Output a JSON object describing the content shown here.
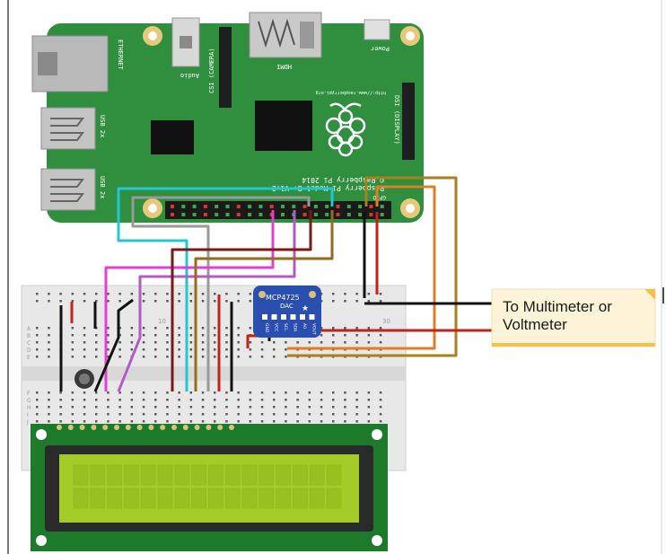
{
  "board": {
    "ethernet": "ETHERNET",
    "usb_top": "USB 2x",
    "usb_bottom": "USB 2x",
    "audio": "Audio",
    "csi": "CSI (CAMERA)",
    "hdmi": "HDMI",
    "power": "Power",
    "dsi": "DSI (DISPLAY)",
    "url": "http://www.raspberrypi.org",
    "copyright": "© Raspberry Pi 2014",
    "model": "Raspberry Pi Model B+ V1.2",
    "gpio": "GPIO"
  },
  "dac": {
    "title": "MCP4725",
    "subtitle": "DAC",
    "pins": [
      "GND",
      "VCC",
      "SCL",
      "SDA",
      "A0",
      "VOUT"
    ]
  },
  "breadboard": {
    "rows": [
      "A",
      "B",
      "C",
      "D",
      "E",
      "F",
      "G",
      "H",
      "I",
      "J"
    ],
    "col_labels": [
      "10",
      "30"
    ]
  },
  "callout": {
    "line1": "To Multimeter or",
    "line2": "Voltmeter"
  },
  "colors": {
    "pcb": "#2f8f3e",
    "lcd_board": "#1e7a2b",
    "lcd_screen": "#a4cc28",
    "breadboard": "#e8e8e8",
    "dac_board": "#2a4fae",
    "note": "#fdf3d7",
    "note_fold": "#f4c04e"
  }
}
